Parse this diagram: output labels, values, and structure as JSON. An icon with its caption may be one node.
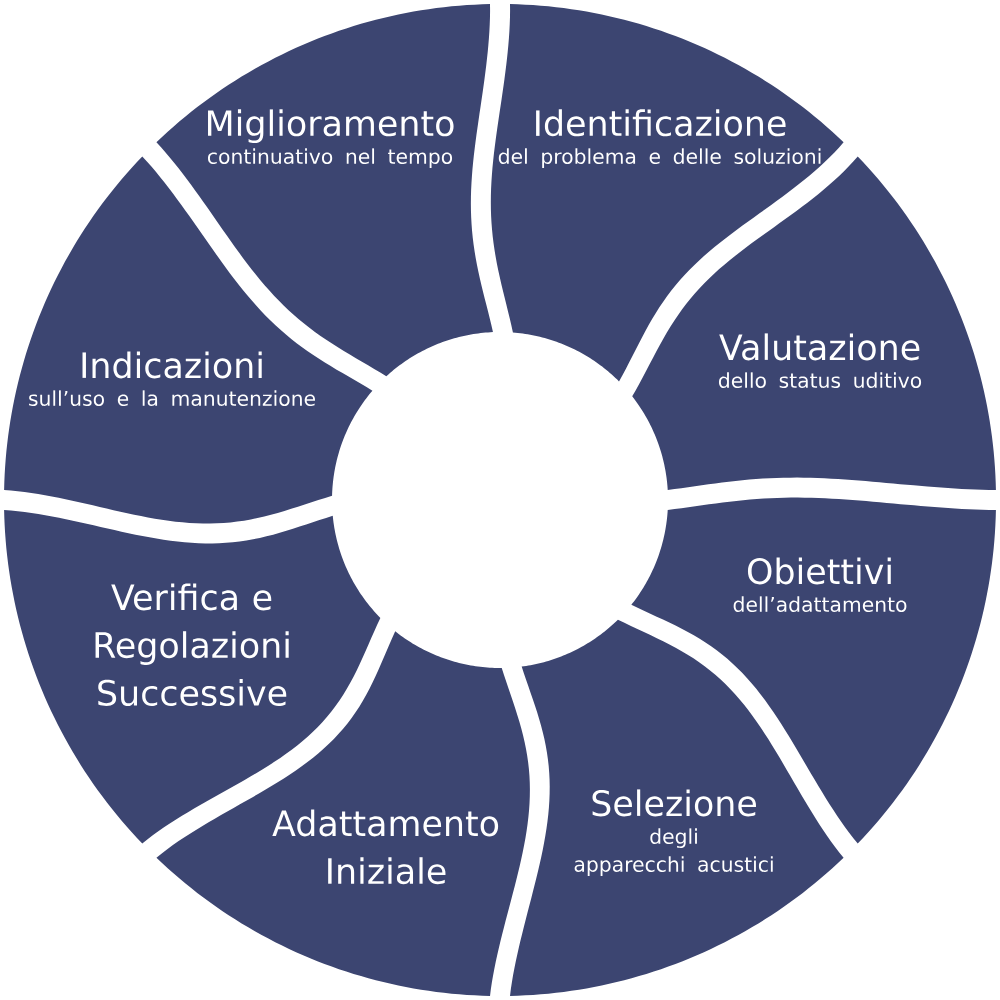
{
  "diagram": {
    "nodes": [
      {
        "text": [
          "Identificazione",
          "del problema e delle soluzioni"
        ]
      },
      {
        "text": [
          "Valutazione",
          "dello status uditivo"
        ]
      },
      {
        "text": [
          "Obiettivi",
          "dell’adattamento"
        ]
      },
      {
        "text": [
          "Selezione",
          "degli apparecchi acustici"
        ]
      },
      {
        "text": [
          "Adattamento Iniziale"
        ]
      },
      {
        "text": [
          "Verifica e Regolazioni Successive"
        ]
      },
      {
        "text": [
          "Indicazioni",
          "sull’uso e la manutenzione"
        ]
      },
      {
        "text": [
          "Miglioramento",
          "continuativo nel tempo"
        ]
      }
    ]
  }
}
